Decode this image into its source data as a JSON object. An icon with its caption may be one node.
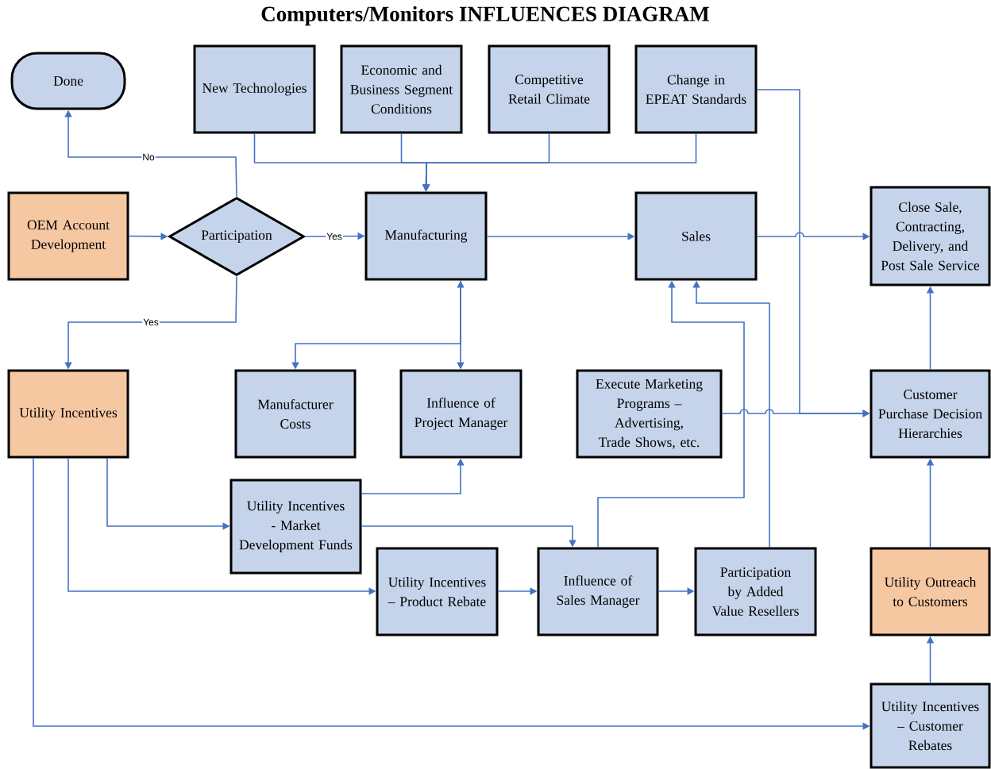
{
  "diagram": {
    "title": "Computers/Monitors INFLUENCES DIAGRAM",
    "nodes": [
      {
        "text": [
          "Done"
        ]
      },
      {
        "text": [
          "New Technologies"
        ]
      },
      {
        "text": [
          "Economic and Business Segment Conditions"
        ]
      },
      {
        "text": [
          "Competitive Retail Climate"
        ]
      },
      {
        "text": [
          "Change in EPEAT Standards"
        ]
      },
      {
        "text": [
          "OEM Account Development"
        ]
      },
      {
        "text": [
          "Participation"
        ]
      },
      {
        "text": [
          "Manufacturing"
        ]
      },
      {
        "text": [
          "Sales"
        ]
      },
      {
        "text": [
          "Close Sale, Contracting, Delivery, and Post Sale Service"
        ]
      },
      {
        "text": [
          "Utility Incentives"
        ]
      },
      {
        "text": [
          "Manufacturer Costs"
        ]
      },
      {
        "text": [
          "Influence of Project Manager"
        ]
      },
      {
        "text": [
          "Execute Marketing Programs – Advertising, Trade Shows, etc."
        ]
      },
      {
        "text": [
          "Customer Purchase Decision Hierarchies"
        ]
      },
      {
        "text": [
          "Utility Incentives - Market Development Funds"
        ]
      },
      {
        "text": [
          "Utility Incentives – Product Rebate"
        ]
      },
      {
        "text": [
          "Influence of Sales Manager"
        ]
      },
      {
        "text": [
          "Participation by Added Value Resellers"
        ]
      },
      {
        "text": [
          "Utility Outreach to Customers"
        ]
      },
      {
        "text": [
          "Utility Incentives – Customer Rebates"
        ]
      }
    ],
    "edges": [
      {
        "from": 6,
        "to": 0,
        "arrow": "to",
        "label": "No"
      },
      {
        "from": 5,
        "to": 6,
        "arrow": "to"
      },
      {
        "from": 6,
        "to": 7,
        "arrow": "to",
        "label": "Yes"
      },
      {
        "from": 6,
        "to": 10,
        "arrow": "to",
        "label": "Yes"
      },
      {
        "from": 1,
        "to": 7,
        "arrow": "to"
      },
      {
        "from": 2,
        "to": 7,
        "arrow": "to"
      },
      {
        "from": 3,
        "to": 7,
        "arrow": "to"
      },
      {
        "from": 4,
        "to": 7,
        "arrow": "to"
      },
      {
        "from": 7,
        "to": 8,
        "arrow": "to"
      },
      {
        "from": 8,
        "to": 9,
        "arrow": "to"
      },
      {
        "from": 4,
        "to": 14,
        "arrow": "to"
      },
      {
        "from": 13,
        "to": 14,
        "arrow": "to"
      },
      {
        "from": 7,
        "to": 12,
        "arrow": "both"
      },
      {
        "from": 7,
        "to": 11,
        "arrow": "to"
      },
      {
        "from": 14,
        "to": 9,
        "arrow": "to"
      },
      {
        "from": 10,
        "to": 15,
        "arrow": "to"
      },
      {
        "from": 10,
        "to": 16,
        "arrow": "to"
      },
      {
        "from": 10,
        "to": 20,
        "arrow": "to"
      },
      {
        "from": 15,
        "to": 12,
        "arrow": "to"
      },
      {
        "from": 15,
        "to": 17,
        "arrow": "to"
      },
      {
        "from": 16,
        "to": 17,
        "arrow": "to"
      },
      {
        "from": 17,
        "to": 18,
        "arrow": "to"
      },
      {
        "from": 17,
        "to": 8,
        "arrow": "to"
      },
      {
        "from": 18,
        "to": 8,
        "arrow": "to"
      },
      {
        "from": 19,
        "to": 14,
        "arrow": "to"
      },
      {
        "from": 20,
        "to": 19,
        "arrow": "to"
      }
    ]
  }
}
